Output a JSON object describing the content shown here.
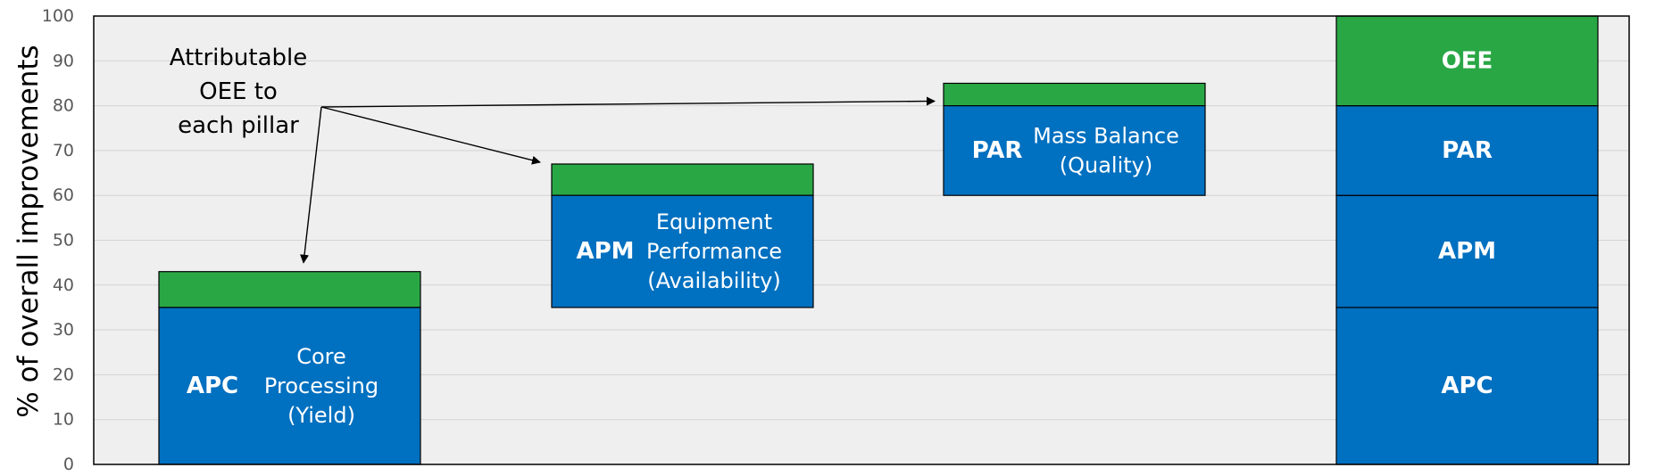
{
  "chart_data": {
    "type": "bar",
    "ylabel": "% of overall improvements",
    "ylim": [
      0,
      100
    ],
    "yticks": [
      0,
      10,
      20,
      30,
      40,
      50,
      60,
      70,
      80,
      90,
      100
    ],
    "grid": true,
    "colors": {
      "pillar": "#0070C0",
      "oee": "#2AA745",
      "plot_bg": "#EFEFEF",
      "grid": "#D3D3D3"
    },
    "annotation": {
      "lines": [
        "Attributable",
        "OEE to",
        "each pillar"
      ]
    },
    "bars": [
      {
        "name": "APC",
        "desc": [
          "Core",
          "Processing",
          "(Yield)"
        ],
        "pillar_bottom": 0,
        "pillar_top": 35,
        "oee_top": 43
      },
      {
        "name": "APM",
        "desc": [
          "Equipment",
          "Performance",
          "(Availability)"
        ],
        "pillar_bottom": 35,
        "pillar_top": 60,
        "oee_top": 67
      },
      {
        "name": "PAR",
        "desc": [
          "Mass Balance",
          "(Quality)"
        ],
        "pillar_bottom": 60,
        "pillar_top": 80,
        "oee_top": 85
      }
    ],
    "total": {
      "segments": [
        {
          "name": "APC",
          "bottom": 0,
          "top": 35,
          "kind": "pillar"
        },
        {
          "name": "APM",
          "bottom": 35,
          "top": 60,
          "kind": "pillar"
        },
        {
          "name": "PAR",
          "bottom": 60,
          "top": 80,
          "kind": "pillar"
        },
        {
          "name": "OEE",
          "bottom": 80,
          "top": 100,
          "kind": "oee"
        }
      ]
    }
  }
}
